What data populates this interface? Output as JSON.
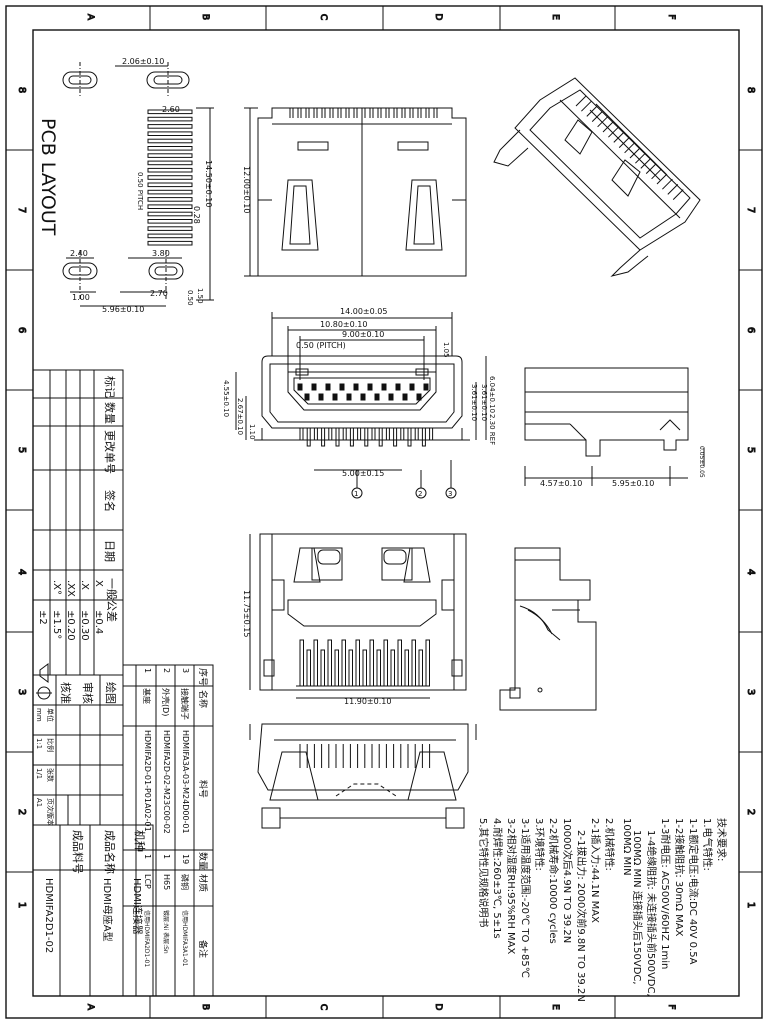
{
  "zone_letters": [
    "A",
    "B",
    "C",
    "D",
    "E",
    "F"
  ],
  "zone_numbers": [
    "8",
    "7",
    "6",
    "5",
    "4",
    "3",
    "2",
    "1"
  ],
  "pcb": {
    "title": "PCB LAYOUT",
    "dims": [
      "2.06±0.10",
      "2.60",
      "14.50±0.10",
      "0.28",
      "0.50 PITCH",
      "2.40",
      "3.80",
      "1.00",
      "2.70",
      "1.50",
      "0.50",
      "5.96±0.10"
    ]
  },
  "top_view": {
    "dims": [
      "12.00±0.10"
    ]
  },
  "front_view": {
    "dims": [
      "14.00±0.05",
      "10.80±0.10",
      "9.00±0.10",
      "0.50 (PITCH)",
      "1.05",
      "3.61±0.10",
      "5.00±0.15",
      "4.55±0.10",
      "2.67±0.10",
      "1.10",
      "6.04±0.10",
      "3.61±0.10",
      "2.30 REF"
    ],
    "circled": [
      "1",
      "2",
      "3"
    ]
  },
  "side_view": {
    "dims": [
      "4.57±0.10",
      "5.95±0.10",
      "0.05±0.05"
    ]
  },
  "bottom_view": {
    "dims": [
      "11.75±0.15",
      "11.90±0.10"
    ]
  },
  "revision_table": {
    "headers": [
      "标记",
      "数量",
      "更改单号",
      "签名",
      "日期"
    ]
  },
  "tolerance": {
    "title": "一般公差",
    "rows": [
      [
        "X",
        "±0.4"
      ],
      [
        ".X",
        "±0.30"
      ],
      [
        ".XX",
        "±0.20"
      ],
      [
        ".X°",
        "±1.5°"
      ],
      [
        "",
        "±2"
      ]
    ]
  },
  "approval": {
    "labels": [
      "绘图",
      "审核",
      "核准"
    ],
    "scale_row": [
      "单位",
      "比例",
      "张数",
      "页次",
      "版本"
    ],
    "scale_vals": [
      "mm",
      "1:1",
      "1/1",
      "A1"
    ]
  },
  "bom": {
    "headers": [
      "序号",
      "名称",
      "料号",
      "数量",
      "材质",
      "备注"
    ],
    "rows": [
      [
        "3",
        "接触端子",
        "HDMIFA3A-03-M24D00-01",
        "19",
        "磷铜",
        "信用HDMIFA3A1-01"
      ],
      [
        "2",
        "外壳(D)",
        "HDMIFA2D-02-M23C00-02",
        "1",
        "H65",
        "镀层:Ni  表层:Sn"
      ],
      [
        "1",
        "基座",
        "HDMIFA2D-01-P01A02-01",
        "1",
        "LCP",
        "信用HDMIFA2D1-01"
      ]
    ]
  },
  "title_block": {
    "labels": [
      "机种",
      "成品名称",
      "成品料号"
    ],
    "values": [
      "HDMI连接器",
      "HDMI母座A型",
      "HDMIFA2D1-02"
    ]
  },
  "tech": {
    "title": "技术要求:",
    "lines": [
      "1.电气特性:",
      "1-1额定电压:电流:DC 40V 0.5A",
      "1-2接触阻抗: 30mΩ MAX",
      "1-3耐电压: AC500V/60HZ 1min",
      "1-4绝缘阻抗: 未连接插头前500VDC,",
      "100MΩ MIN  连接插头后150VDC,",
      "100MΩ MIN",
      "2.机械特性:",
      "2-1插入力:44.1N MAX",
      "2-1拔出力: 2000次前9.8N TO 39.2N",
      "10000次后4.9N TO 39.2N",
      "2-2机械寿命:10000 cycles",
      "3.环境特性:",
      "3-1适用温度范围:-20℃ TO +85℃",
      "3-2相对湿度RH:95%RH MAX",
      "4.耐焊性:260±3℃, 5±1s",
      "5.其它特性见规格说明书"
    ]
  }
}
